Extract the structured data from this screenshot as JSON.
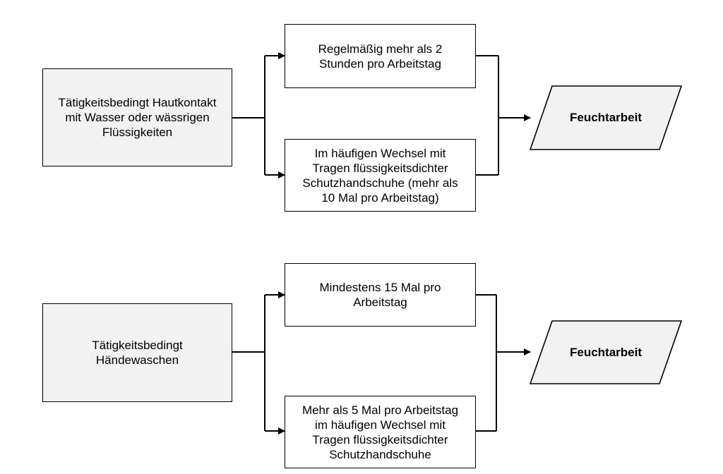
{
  "colors": {
    "start_fill": "#f2f2f2",
    "condition_fill": "#ffffff",
    "result_fill": "#f2f2f2",
    "line": "#000000"
  },
  "flows": [
    {
      "start": "Tätigkeitsbedingt Hautkontakt\nmit Wasser oder wässrigen\nFlüssigkeiten",
      "conditions": [
        "Regelmäßig mehr als 2\nStunden pro Arbeitstag",
        "Im häufigen Wechsel mit\nTragen flüssigkeitsdichter\nSchutzhandschuhe (mehr als\n10 Mal pro Arbeitstag)"
      ],
      "result": "Feuchtarbeit"
    },
    {
      "start": "Tätigkeitsbedingt\nHändewaschen",
      "conditions": [
        "Mindestens 15 Mal pro\nArbeitstag",
        "Mehr als 5 Mal pro Arbeitstag\nim häufigen Wechsel mit\nTragen flüssigkeitsdichter\nSchutzhandschuhe"
      ],
      "result": "Feuchtarbeit"
    }
  ]
}
